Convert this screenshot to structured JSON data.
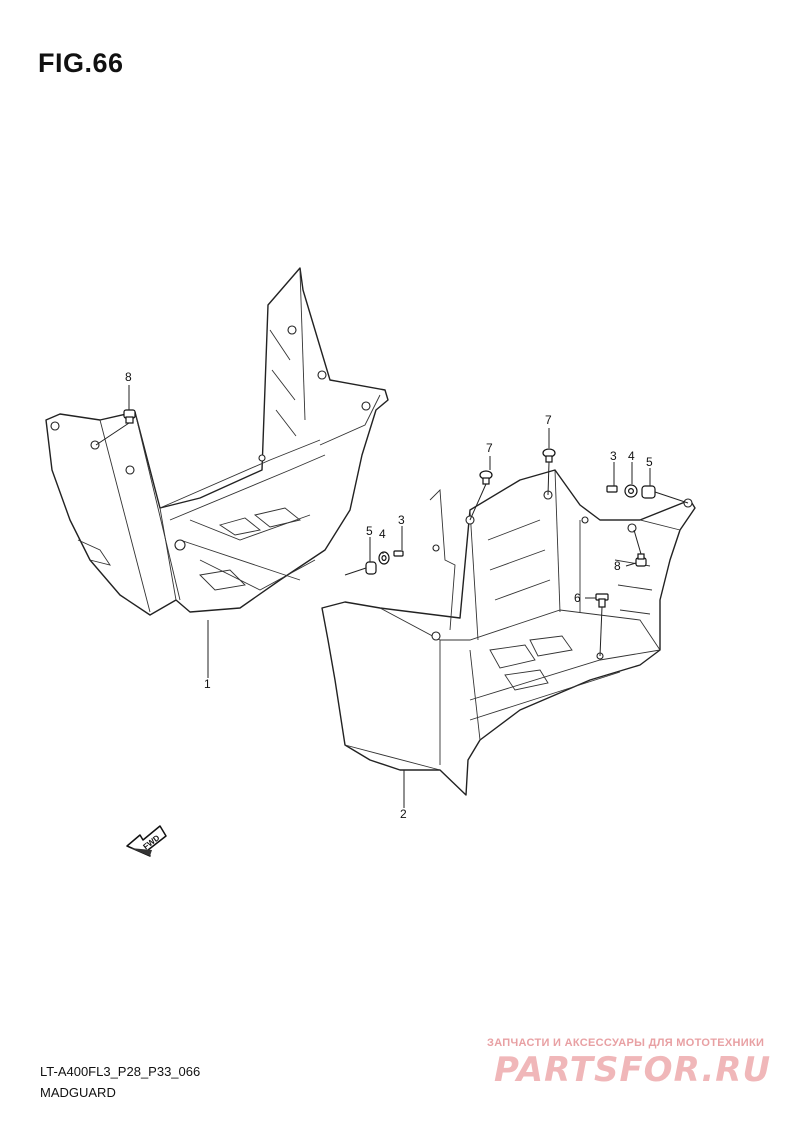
{
  "figure": {
    "title": "FIG.66"
  },
  "footer": {
    "code": "LT-A400FL3_P28_P33_066",
    "name": "MADGUARD"
  },
  "fwd_label": "FWD",
  "callouts": [
    {
      "id": "c1",
      "label": "1"
    },
    {
      "id": "c2",
      "label": "2"
    },
    {
      "id": "c3a",
      "label": "3"
    },
    {
      "id": "c4a",
      "label": "4"
    },
    {
      "id": "c5a",
      "label": "5"
    },
    {
      "id": "c3b",
      "label": "3"
    },
    {
      "id": "c4b",
      "label": "4"
    },
    {
      "id": "c5b",
      "label": "5"
    },
    {
      "id": "c6",
      "label": "6"
    },
    {
      "id": "c7a",
      "label": "7"
    },
    {
      "id": "c7b",
      "label": "7"
    },
    {
      "id": "c8a",
      "label": "8"
    },
    {
      "id": "c8b",
      "label": "8"
    }
  ],
  "watermark": {
    "tagline": "ЗАПЧАСТИ И АКСЕССУАРЫ ДЛЯ МОТОТЕХНИКИ",
    "brand": "PARTSFOR.RU"
  }
}
